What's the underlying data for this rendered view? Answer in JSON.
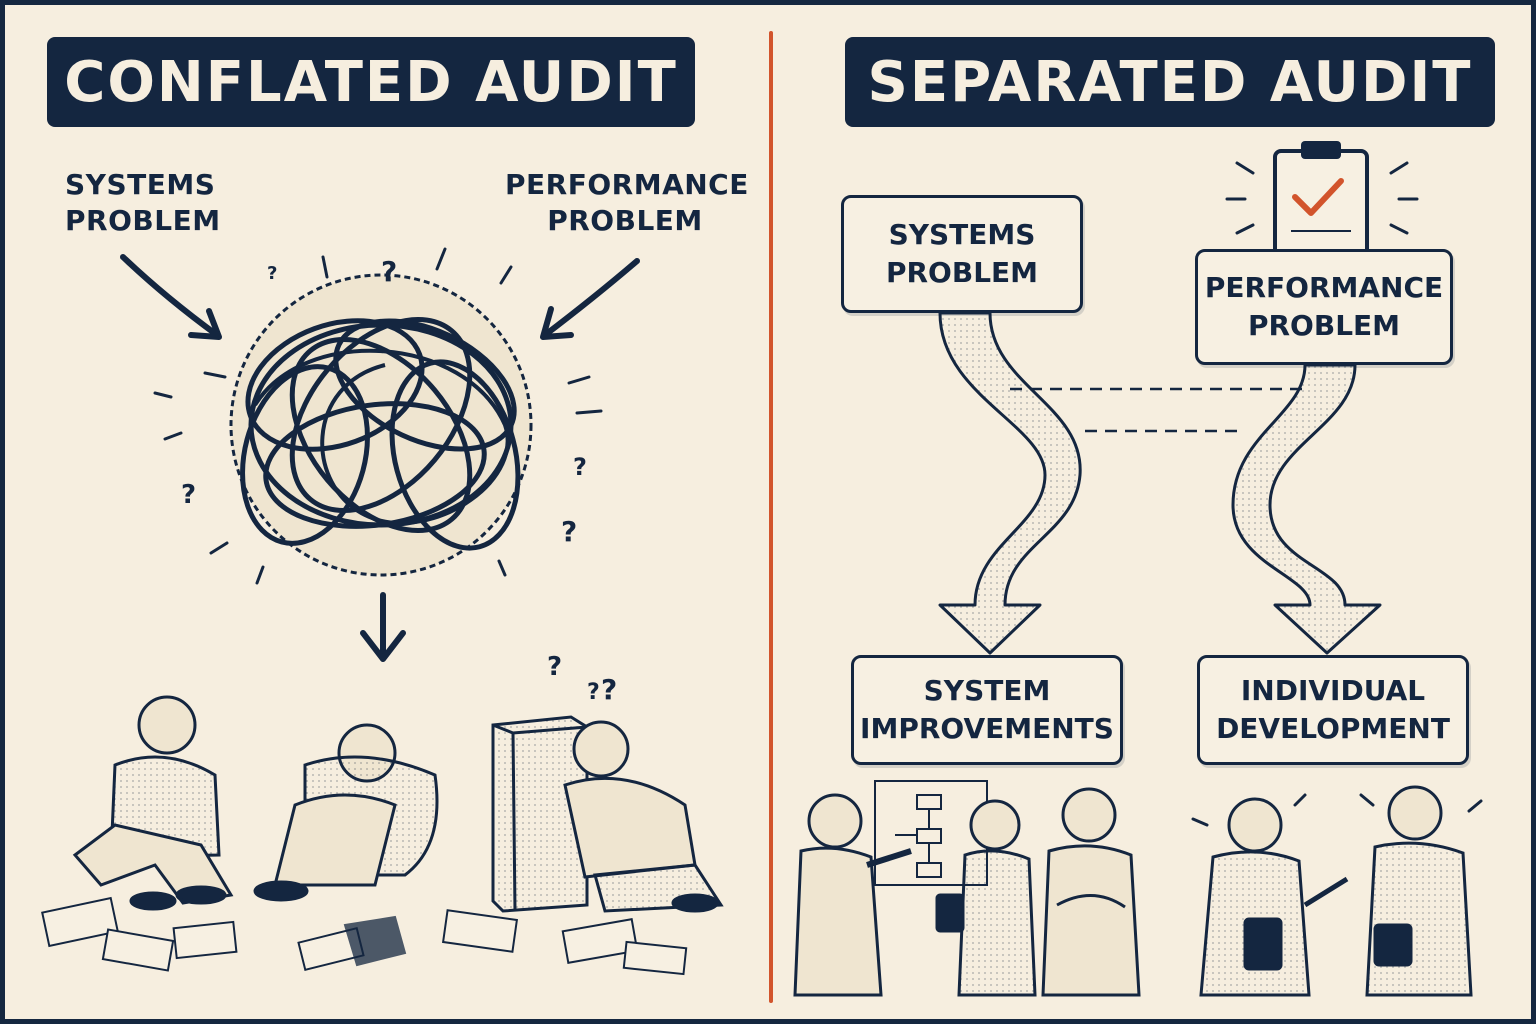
{
  "left": {
    "title": "CONFLATED AUDIT",
    "systems_label": "SYSTEMS\nPROBLEM",
    "performance_label": "PERFORMANCE\nPROBLEM"
  },
  "right": {
    "title": "SEPARATED AUDIT",
    "systems_box": "SYSTEMS\nPROBLEM",
    "performance_box": "PERFORMANCE\nPROBLEM",
    "system_improvements": "SYSTEM\nIMPROVEMENTS",
    "individual_development": "INDIVIDUAL\nDEVELOPMENT"
  },
  "colors": {
    "navy": "#142640",
    "accent_red": "#d2542c",
    "paper": "#f6eedf"
  },
  "icons": [
    "tangled-knot-icon",
    "clipboard-check-icon",
    "arrow-down-icon",
    "question-mark-icon"
  ]
}
